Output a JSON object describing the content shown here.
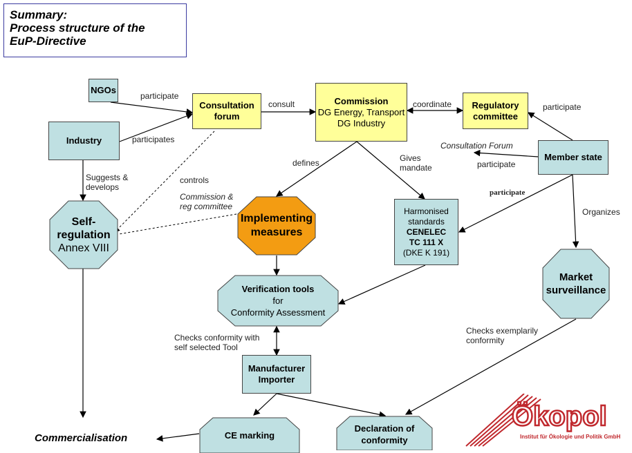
{
  "title": {
    "line1": "Summary:",
    "line2": "Process structure of the",
    "line3": "EuP-Directive"
  },
  "nodes": {
    "ngos": "NGOs",
    "industry": "Industry",
    "consultation_forum": {
      "line1": "Consultation",
      "line2": "forum"
    },
    "commission": {
      "line1": "Commission",
      "line2": "DG Energy, Transport",
      "line3": "DG Industry"
    },
    "regulatory_committee": {
      "line1": "Regulatory",
      "line2": "committee"
    },
    "member_state": "Member state",
    "self_regulation": {
      "line1": "Self-",
      "line2": "regulation",
      "line3": "Annex VIII"
    },
    "implementing_measures": {
      "line1": "Implementing",
      "line2": "measures"
    },
    "harmonised_standards": {
      "line1": "Harmonised",
      "line2": "standards",
      "line3": "CENELEC",
      "line4": "TC 111 X",
      "line5": "(DKE K 191)"
    },
    "market_surveillance": {
      "line1": "Market",
      "line2": "surveillance"
    },
    "verification_tools": {
      "line1": "Verification tools",
      "line2": "for",
      "line3": "Conformity Assessment"
    },
    "manufacturer": {
      "line1": "Manufacturer",
      "line2": "Importer"
    },
    "ce_marking": "CE marking",
    "declaration": {
      "line1": "Declaration of",
      "line2": "conformity"
    },
    "commercialisation": "Commercialisation"
  },
  "edge_labels": {
    "participate_ngos": "participate",
    "participates_industry": "participates",
    "consult": "consult",
    "coordinate": "coordinate",
    "participate_reg": "participate",
    "consultation_forum_italic": "Consultation Forum",
    "participate_cf": "participate",
    "suggests": {
      "line1": "Suggests &",
      "line2": "develops"
    },
    "controls": "controls",
    "commission_reg": {
      "line1": "Commission  &",
      "line2": "reg committee"
    },
    "defines": "defines",
    "gives_mandate": {
      "line1": "Gives",
      "line2": "mandate"
    },
    "participate_serif": "participate",
    "organizes": "Organizes",
    "checks_conformity": {
      "line1": "Checks conformity with",
      "line2": "self selected Tool"
    },
    "checks_exemplarily": {
      "line1": "Checks exemplarily",
      "line2": "conformity"
    }
  },
  "logo": {
    "word": "Ökopol",
    "subtitle": "Institut für Ökologie und Politik GmbH"
  },
  "colors": {
    "teal": "#bfe0e2",
    "yellow": "#ffff99",
    "orange": "#f39c12",
    "logo_red": "#c0282d"
  }
}
